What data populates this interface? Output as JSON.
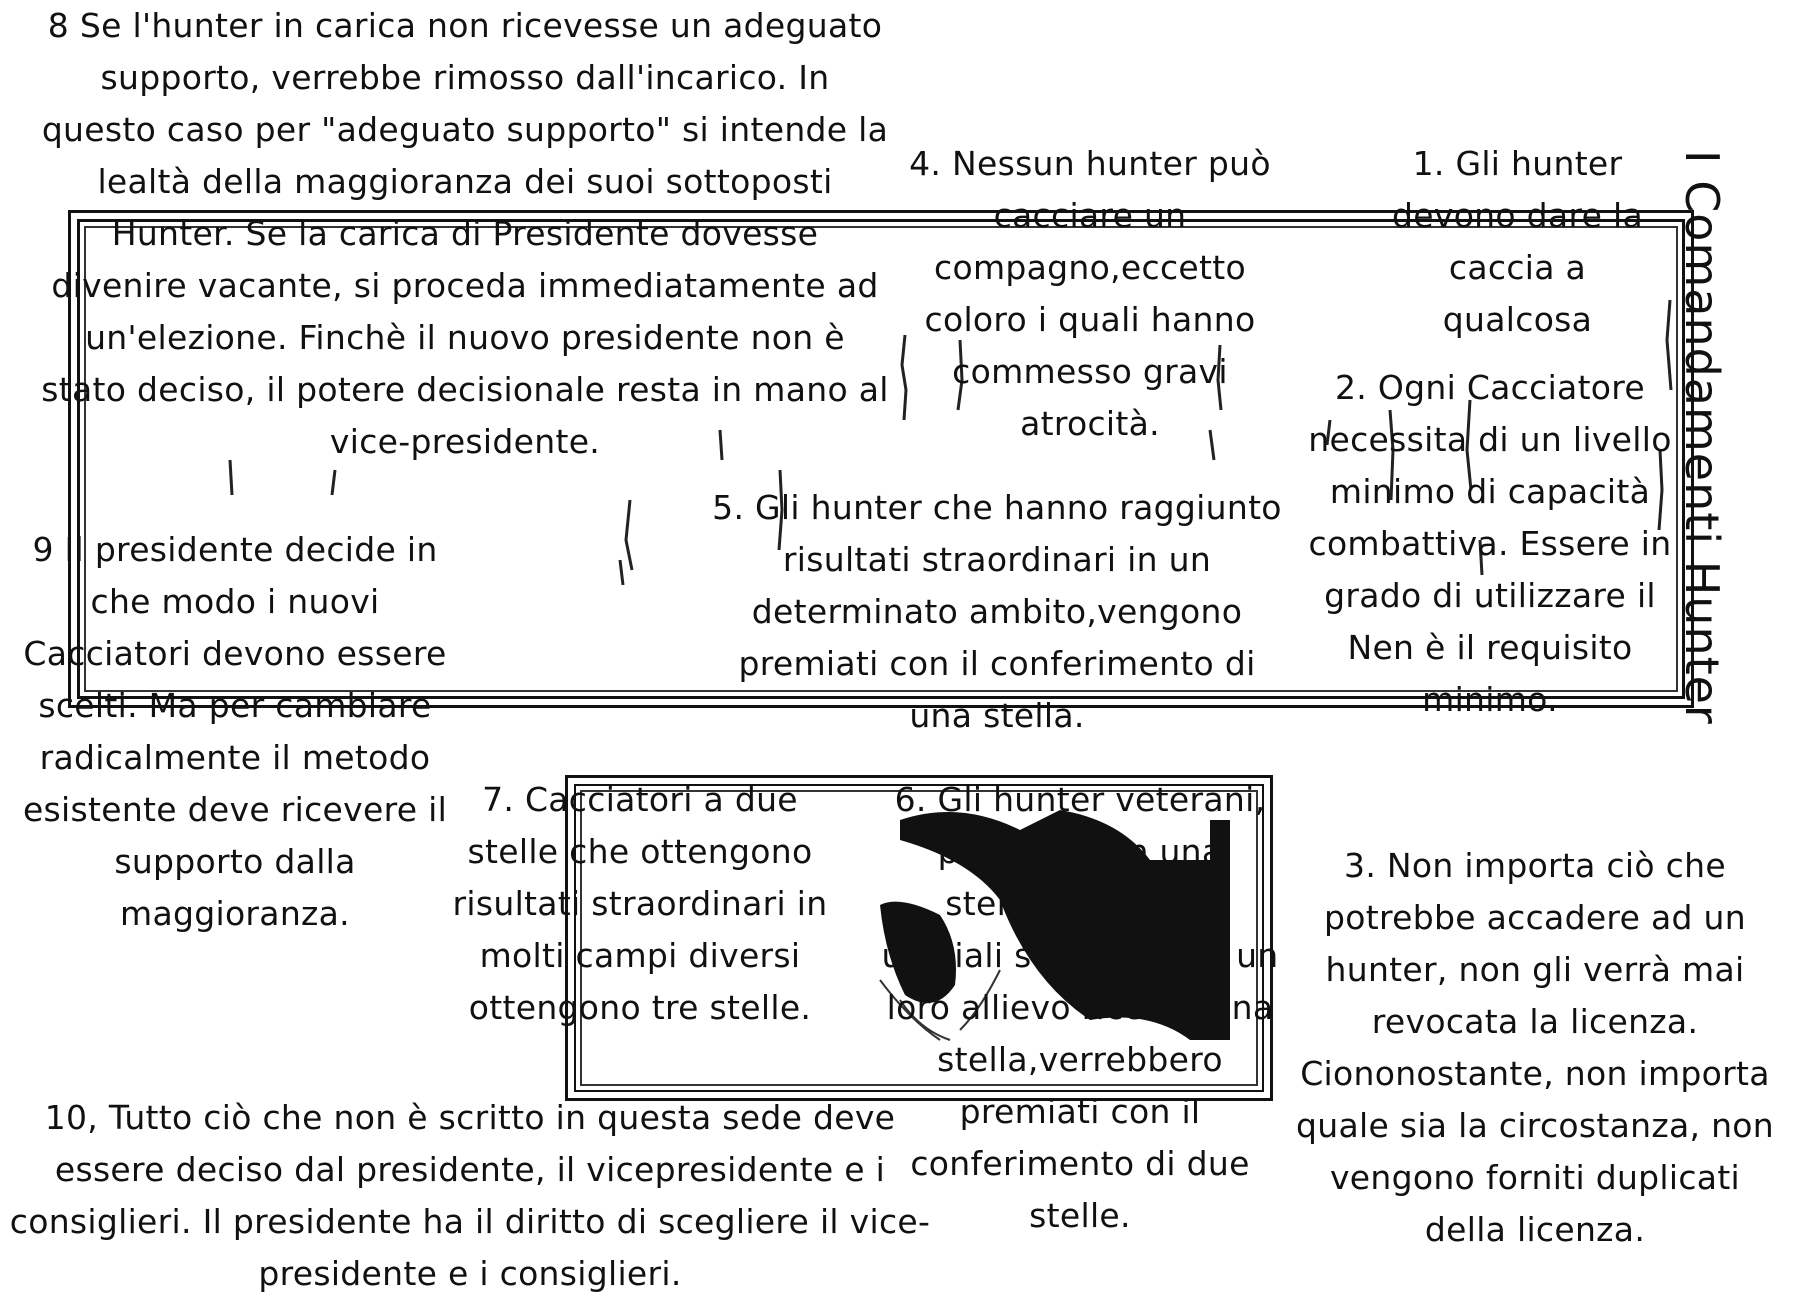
{
  "title": "I Comandamenti Hunter",
  "rules": {
    "r1": "1. Gli hunter devono dare la caccia a qualcosa",
    "r2": "2. Ogni Cacciatore necessita di un livello minimo di capacità combattiva. Essere in grado di utilizzare il Nen è il requisito minimo.",
    "r3": "3. Non importa ciò che potrebbe accadere ad un hunter, non gli verrà mai revocata la licenza. Ciononostante, non importa quale sia la circostanza, non vengono forniti duplicati della licenza.",
    "r4": "4. Nessun hunter può cacciare un compagno,eccetto coloro i quali hanno commesso gravi atrocità.",
    "r5": "5. Gli hunter che hanno raggiunto risultati straordinari in un determinato ambito,vengono premiati con il conferimento di una stella.",
    "r6": "6. Gli hunter veterani, premiati con una stella,diventano ufficiali superiori. Se un loro allievo ricesse una stella,verrebbero premiati con il conferimento di due stelle.",
    "r7": "7. Cacciatori a due stelle che ottengono risultati straordinari in molti campi diversi ottengono tre stelle.",
    "r8": "8 Se l'hunter in carica non ricevesse un adeguato supporto, verrebbe rimosso dall'incarico. In questo caso per \"adeguato supporto\" si intende la lealtà della maggioranza dei suoi sottoposti Hunter. Se la carica di Presidente dovesse divenire vacante, si proceda immediatamente ad un'elezione. Finchè il nuovo presidente non è stato deciso, il potere decisionale resta in mano al vice-presidente.",
    "r9": "9 Il presidente decide in che modo i nuovi Cacciatori devono essere scelti. Ma per cambiare radicalmente il metodo esistente deve ricevere il supporto dalla maggioranza.",
    "r10": "10, Tutto ciò che non è scritto in questa sede deve essere deciso dal presidente, il vicepresidente e i consiglieri. Il presidente ha il diritto di scegliere il vice-presidente e i consiglieri."
  },
  "colors": {
    "ink": "#111111",
    "paper": "#ffffff"
  }
}
